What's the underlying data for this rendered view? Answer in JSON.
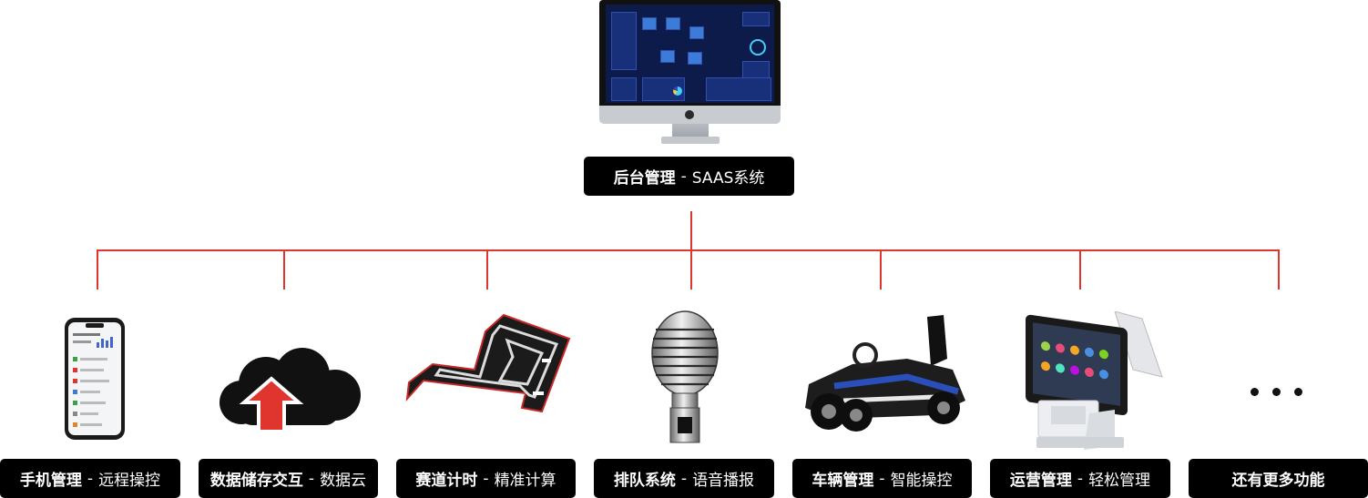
{
  "top": {
    "title_bold": "后台管理",
    "separator": "-",
    "subtitle": "SAAS系统"
  },
  "modules": [
    {
      "title": "手机管理",
      "separator": "-",
      "subtitle": "远程操控",
      "icon": "smartphone-icon"
    },
    {
      "title": "数据储存交互",
      "separator": "-",
      "subtitle": "数据云",
      "icon": "cloud-upload-icon"
    },
    {
      "title": "赛道计时",
      "separator": "-",
      "subtitle": "精准计算",
      "icon": "race-track-icon"
    },
    {
      "title": "排队系统",
      "separator": "-",
      "subtitle": "语音播报",
      "icon": "microphone-icon"
    },
    {
      "title": "车辆管理",
      "separator": "-",
      "subtitle": "智能操控",
      "icon": "go-kart-icon"
    },
    {
      "title": "运营管理",
      "separator": "-",
      "subtitle": "轻松管理",
      "icon": "pos-terminal-icon"
    },
    {
      "title": "还有更多功能",
      "icon": "ellipsis-icon"
    }
  ],
  "colors": {
    "connector": "#e0342f",
    "label_bg": "#000000",
    "label_text": "#ffffff"
  }
}
